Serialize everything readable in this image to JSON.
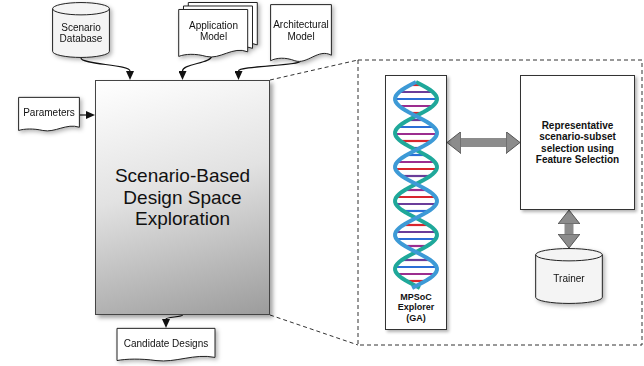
{
  "diagram": {
    "nodes": [
      {
        "text": [
          "Scenario Database"
        ]
      },
      {
        "text": [
          "Application Model"
        ]
      },
      {
        "text": [
          "Architectural Model"
        ]
      },
      {
        "text": [
          "Parameters"
        ]
      },
      {
        "text": [
          "Scenario-Based Design Space Exploration"
        ]
      },
      {
        "text": [
          "Candidate Designs"
        ]
      },
      {
        "text": [
          "MPSoC Explorer (GA)"
        ]
      },
      {
        "text": [
          "Representative scenario-subset selection using Feature Selection"
        ]
      },
      {
        "text": [
          "Trainer"
        ]
      }
    ],
    "edges": [
      {
        "from": 0,
        "to": 4,
        "arrow": "to"
      },
      {
        "from": 1,
        "to": 4,
        "arrow": "to"
      },
      {
        "from": 2,
        "to": 4,
        "arrow": "to"
      },
      {
        "from": 3,
        "to": 4,
        "arrow": "to"
      },
      {
        "from": 4,
        "to": 5,
        "arrow": "to"
      },
      {
        "from": 6,
        "to": 7,
        "arrow": "both"
      },
      {
        "from": 7,
        "to": 8,
        "arrow": "both"
      }
    ]
  }
}
